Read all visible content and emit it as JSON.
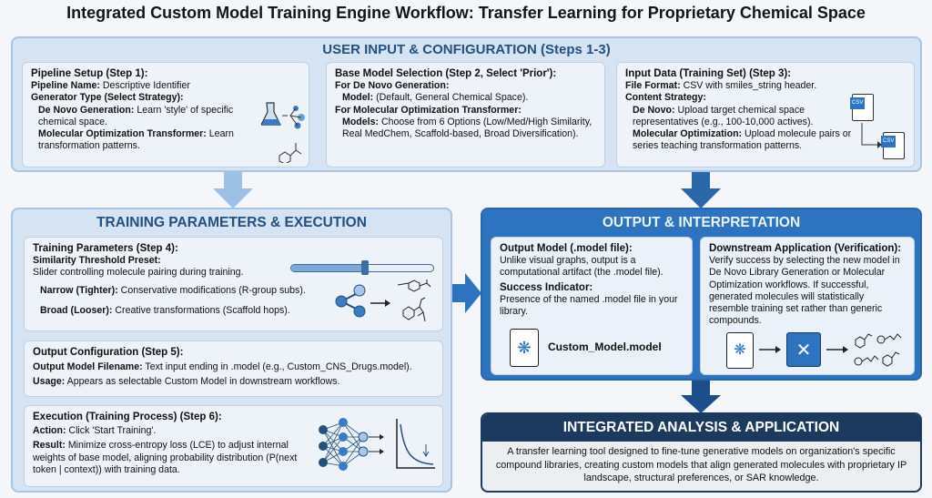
{
  "title": "Integrated Custom Model Training Engine Workflow: Transfer Learning for Proprietary Chemical Space",
  "top": {
    "header": "USER INPUT & CONFIGURATION (Steps 1-3)",
    "card1": {
      "title": "Pipeline Setup (Step 1):",
      "l1k": "Pipeline Name:",
      "l1v": " Descriptive Identifier",
      "l2k": "Generator Type (Select Strategy):",
      "l3k": "De Novo Generation:",
      "l3v": " Learn 'style' of specific chemical space.",
      "l4k": "Molecular Optimization Transformer:",
      "l4v": " Learn transformation patterns."
    },
    "card2": {
      "title": "Base Model Selection (Step 2, Select 'Prior'):",
      "l1k": "For De Novo Generation:",
      "l2k": "Model:",
      "l2v": " (Default, General Chemical Space).",
      "l3k": "For Molecular Optimization Transformer:",
      "l4k": "Models:",
      "l4v": " Choose from 6 Options (Low/Med/High Similarity, Real MedChem, Scaffold-based, Broad Diversification)."
    },
    "card3": {
      "title": "Input Data (Training Set) (Step 3):",
      "l1k": "File Format:",
      "l1v": " CSV with smiles_string header.",
      "l2k": "Content Strategy:",
      "l3k": "De Novo:",
      "l3v": " Upload target chemical space representatives (e.g., 100-10,000 actives).",
      "l4k": "Molecular Optimization:",
      "l4v": " Upload molecule pairs or series teaching transformation patterns.",
      "file1": "CSV",
      "file2": "CSV"
    }
  },
  "training": {
    "header": "TRAINING PARAMETERS & EXECUTION",
    "slider_value": 0.52,
    "card1": {
      "title": "Training Parameters (Step 4):",
      "l1k": "Similarity Threshold Preset:",
      "l1v": "Slider controlling molecule pairing during training.",
      "l2k": "Narrow (Tighter):",
      "l2v": " Conservative modifications (R-group subs).",
      "l3k": "Broad (Looser):",
      "l3v": "  Creative transformations (Scaffold hops)."
    },
    "card2": {
      "title": "Output Configuration (Step 5):",
      "l1k": "Output Model Filename:",
      "l1v": " Text input ending in .model (e.g., Custom_CNS_Drugs.model).",
      "l2k": "Usage:",
      "l2v": " Appears as selectable Custom Model in downstream workflows."
    },
    "card3": {
      "title": "Execution (Training Process) (Step 6):",
      "l1k": "Action:",
      "l1v": " Click 'Start Training'.",
      "l2k": "Result:",
      "l2v": " Minimize cross-entropy loss (LCE) to adjust internal weights of base model, aligning probability distribution (P(next token | context)) with training data."
    }
  },
  "output": {
    "header": "OUTPUT & INTERPRETATION",
    "card1": {
      "title": "Output Model (.model file):",
      "l1": "Unlike visual graphs, output is a computational artifact (the .model file).",
      "l2k": "Success Indicator:",
      "l2": "Presence of the named .model file in your library.",
      "file": "Custom_Model.model"
    },
    "card2": {
      "title": "Downstream Application (Verification):",
      "l1": "Verify success by selecting the new model in De Novo Library Generation or Molecular Optimization workflows. If successful, generated molecules will statistically resemble training set rather than generic compounds."
    }
  },
  "integrated": {
    "header": "INTEGRATED ANALYSIS & APPLICATION",
    "body": "A transfer learning tool designed to fine-tune generative models on organization's specific compound libraries, creating custom models that align generated molecules with proprietary IP landscape, structural preferences, or SAR knowledge."
  },
  "colors": {
    "light_panel": "#d5e3f2",
    "dark_panel": "#2e73bf",
    "navy": "#1c3a5e",
    "header_text": "#23507f"
  }
}
